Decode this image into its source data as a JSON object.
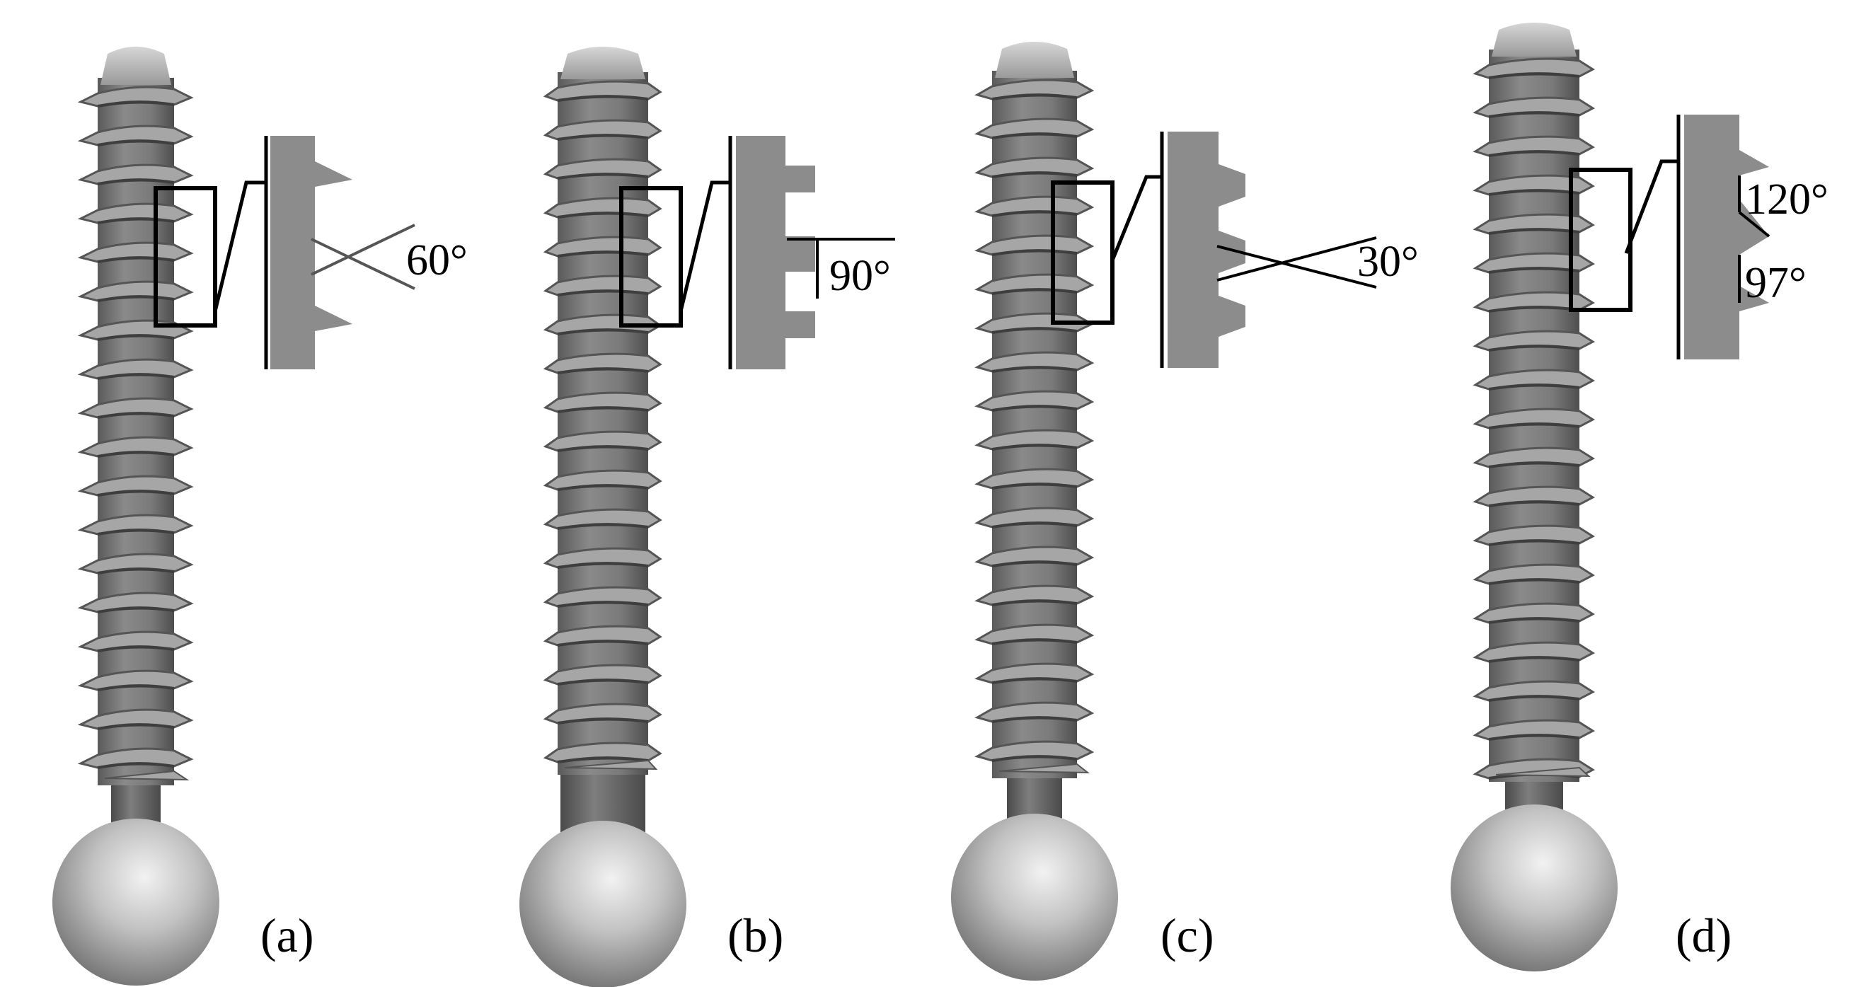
{
  "figure": {
    "panels": [
      {
        "id": "a",
        "label": "(a)",
        "thread_profile": "V-shaped, symmetric flanks",
        "angles": [
          "60°"
        ]
      },
      {
        "id": "b",
        "label": "(b)",
        "thread_profile": "square",
        "angles": [
          "90°"
        ]
      },
      {
        "id": "c",
        "label": "(c)",
        "thread_profile": "trapezoidal, narrow flank angle",
        "angles": [
          "30°"
        ]
      },
      {
        "id": "d",
        "label": "(d)",
        "thread_profile": "buttress, asymmetric flanks",
        "angles": [
          "120°",
          "97°"
        ]
      }
    ],
    "colors": {
      "screw_body": "#7d7d7d",
      "screw_dark": "#555555",
      "screw_light": "#a6a6a6",
      "ball_head": "#c4c4c4",
      "tip": "#b5b5b5",
      "profile_fill": "#8c8c8c",
      "outline": "#000000",
      "background": "#ffffff"
    }
  }
}
